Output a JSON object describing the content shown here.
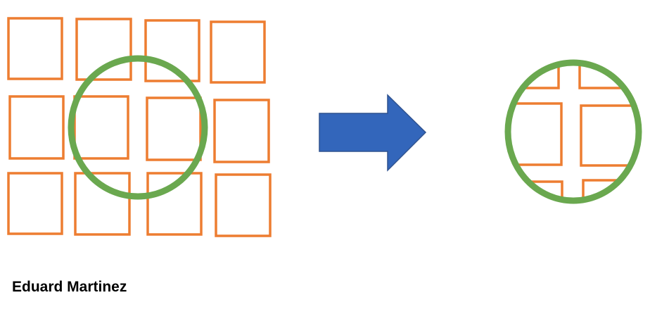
{
  "author_name": "Eduard Martinez",
  "colors": {
    "square_stroke": "#ED7D31",
    "circle_stroke": "#6AA84F",
    "arrow_fill": "#3366BB",
    "arrow_stroke": "#2F528F"
  },
  "left_grid": {
    "rows": 3,
    "cols": 4
  },
  "zoomed_view": {
    "description_icon": "magnified-circle-icon"
  },
  "arrow_icon": "right-arrow-icon"
}
